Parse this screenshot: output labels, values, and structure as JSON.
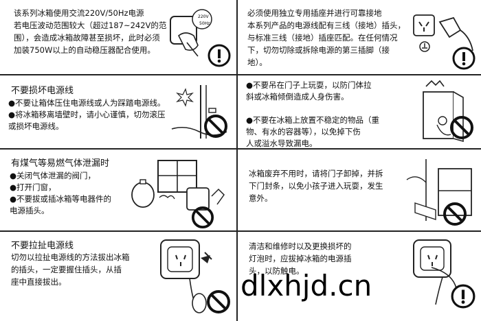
{
  "cells": {
    "c1": {
      "text": "该系列冰箱使用交流220V/50Hz电源\n若电压波动范围较大（超过187~242V的范\n围），会造成冰箱故障甚至损坏，此时必须\n加装750W以上的自动稳压器配合使用。",
      "label_220": "220V",
      "label_50": "50Hz"
    },
    "c2": {
      "text": "必须使用独立专用插座并进行可靠接地\n本系列产品的电源线配有三线（接地）插头，\n与标准三线（接地）插座匹配。在任何情况\n下，切勿切除或拆除电源的第三插脚（接\n地）。"
    },
    "c3": {
      "title": "不要损坏电源线",
      "bullets": "●不要让箱体压住电源线或人为踩踏电源线。\n●将冰箱移离墙壁时，请小心谨慎，切勿滚压\n   或损坏电源线。"
    },
    "c4": {
      "bullets": "●不要吊在门子上玩耍，以防门体拉\n   斜或冰箱倾倒造成人身伤害。\n\n●不要在冰箱上放置不稳定的物品（重\n   物、有水的容器等），以免掉下伤\n   人或溢水导致漏电。"
    },
    "c5": {
      "title": "有煤气等易燃气体泄漏时",
      "bullets": "●关闭气体泄漏的阀门，\n●打开门窗，\n●不要拔或插冰箱等电器件的\n   电源插头。"
    },
    "c6": {
      "text": "冰箱废弃不用时，请将门子卸掉，并拆\n下门封条，以免小孩子进入玩耍，发生\n意外。"
    },
    "c7": {
      "title": "不要拉扯电源线",
      "text": "切勿以拉扯电源线的方法拔出冰箱\n的插头，一定要握住插头，从插\n座中直接拔出。"
    },
    "c8": {
      "text": "清洁和维修时以及更换损坏的\n灯泡时，应拔掉冰箱的电源插\n头，以防触电。"
    }
  },
  "watermark": "dlxhjd.cn",
  "icons": [
    "mandatory-icon",
    "prohibited-icon"
  ]
}
